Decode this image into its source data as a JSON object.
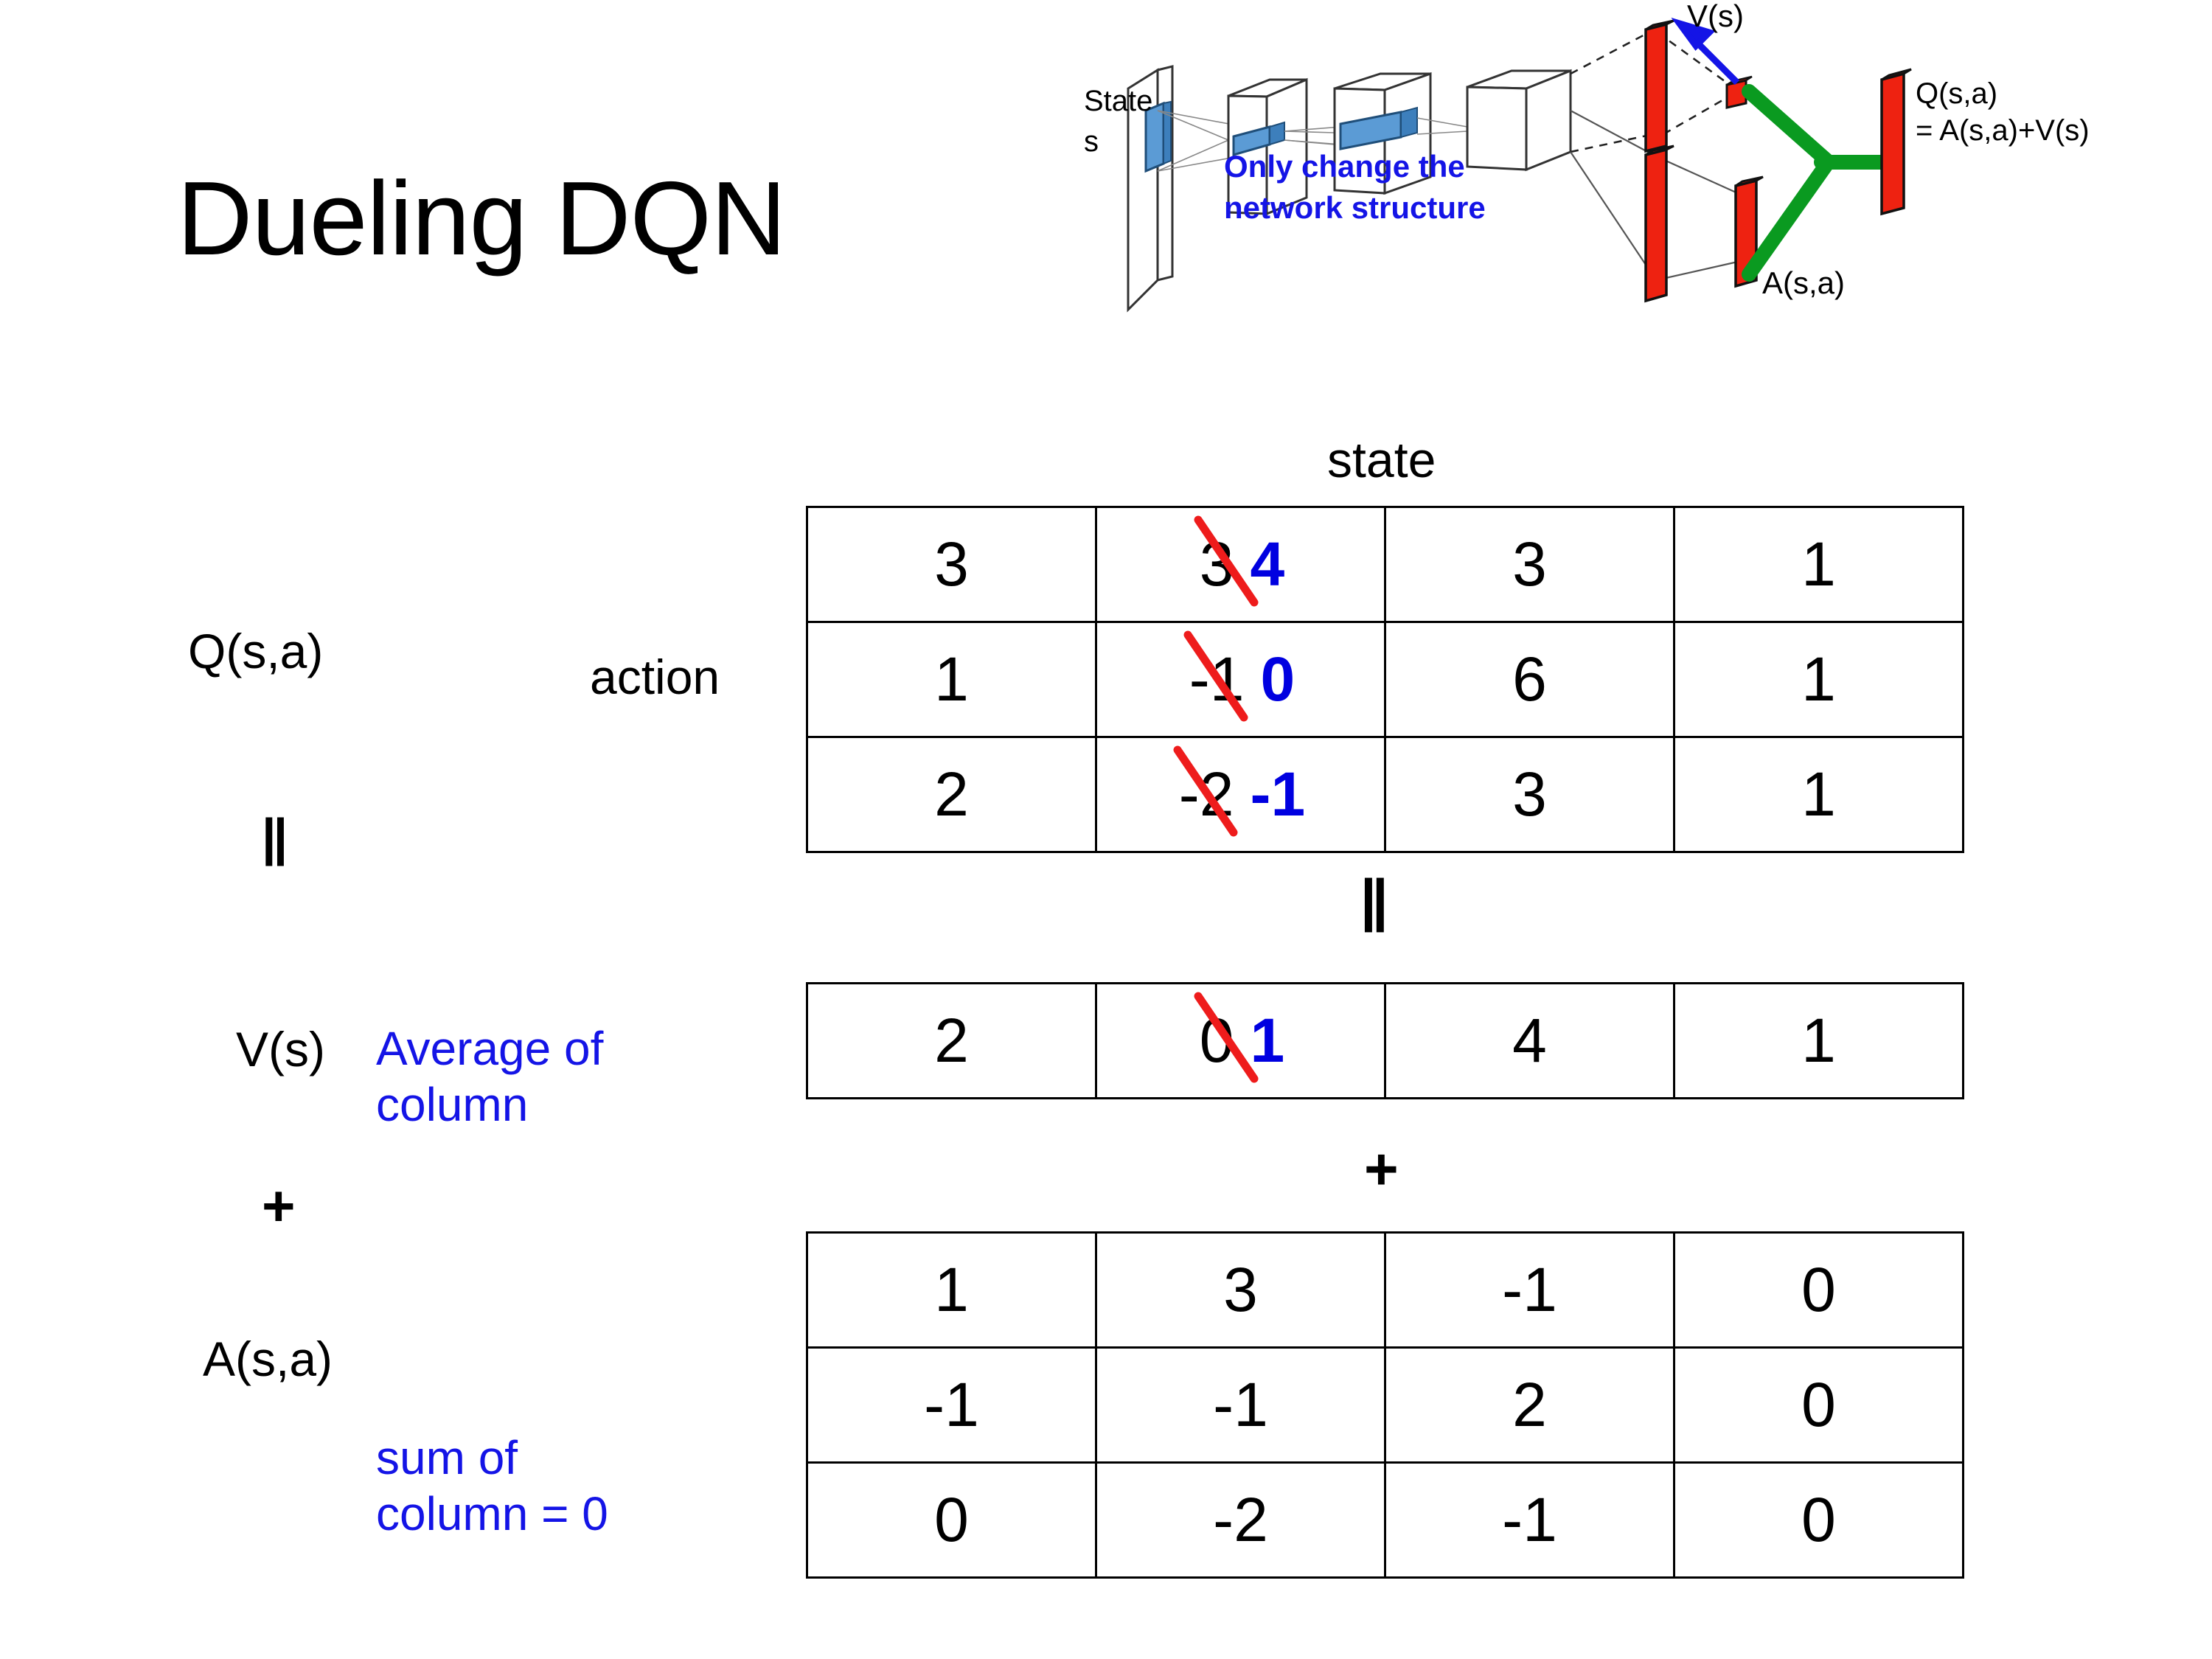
{
  "slide": {
    "title": "Dueling DQN"
  },
  "diagram": {
    "input_label_line1": "State",
    "input_label_line2": "s",
    "note_line1": "Only change the",
    "note_line2": "network structure",
    "value_label": "V(s)",
    "advantage_label": "A(s,a)",
    "q_label_line1": "Q(s,a)",
    "q_label_line2": "= A(s,a)+V(s)",
    "colors": {
      "note": "#1414e6",
      "arrow": "#1414e6",
      "bar": "#ee2211",
      "merge": "#0a9a20",
      "conv_block": "#5b9bd5"
    }
  },
  "labels": {
    "state_axis": "state",
    "action_axis": "action",
    "q_label": "Q(s,a)",
    "v_label": "V(s)",
    "a_label": "A(s,a)",
    "equals_left": "||",
    "plus_left": "+",
    "equals_mid": "||",
    "plus_mid": "+",
    "avg_note_line1": "Average of",
    "avg_note_line2": "column",
    "sum_note_line1": "sum of",
    "sum_note_line2": "column = 0",
    "note_color": "#1414e6",
    "edit_color": "#0000e0",
    "strike_color": "#ee1c1c"
  },
  "chart_data": {
    "type": "table",
    "title": "Dueling DQN  —  Q(s,a) = V(s) + A(s,a)",
    "row_axis": "action",
    "col_axis": "state",
    "tables": [
      {
        "name": "Q(s,a)",
        "rows": 3,
        "cols": 4,
        "cells": [
          [
            {
              "value": "3"
            },
            {
              "value": "3",
              "struck": true,
              "new_value": "4"
            },
            {
              "value": "3"
            },
            {
              "value": "1"
            }
          ],
          [
            {
              "value": "1"
            },
            {
              "value": "-1",
              "struck": true,
              "new_value": "0"
            },
            {
              "value": "6"
            },
            {
              "value": "1"
            }
          ],
          [
            {
              "value": "2"
            },
            {
              "value": "-2",
              "struck": true,
              "new_value": "-1"
            },
            {
              "value": "3"
            },
            {
              "value": "1"
            }
          ]
        ]
      },
      {
        "name": "V(s)",
        "rows": 1,
        "cols": 4,
        "cells": [
          [
            {
              "value": "2"
            },
            {
              "value": "0",
              "struck": true,
              "new_value": "1"
            },
            {
              "value": "4"
            },
            {
              "value": "1"
            }
          ]
        ]
      },
      {
        "name": "A(s,a)",
        "rows": 3,
        "cols": 4,
        "cells": [
          [
            {
              "value": "1"
            },
            {
              "value": "3"
            },
            {
              "value": "-1"
            },
            {
              "value": "0"
            }
          ],
          [
            {
              "value": "-1"
            },
            {
              "value": "-1"
            },
            {
              "value": "2"
            },
            {
              "value": "0"
            }
          ],
          [
            {
              "value": "0"
            },
            {
              "value": "-2"
            },
            {
              "value": "-1"
            },
            {
              "value": "0"
            }
          ]
        ]
      }
    ]
  }
}
